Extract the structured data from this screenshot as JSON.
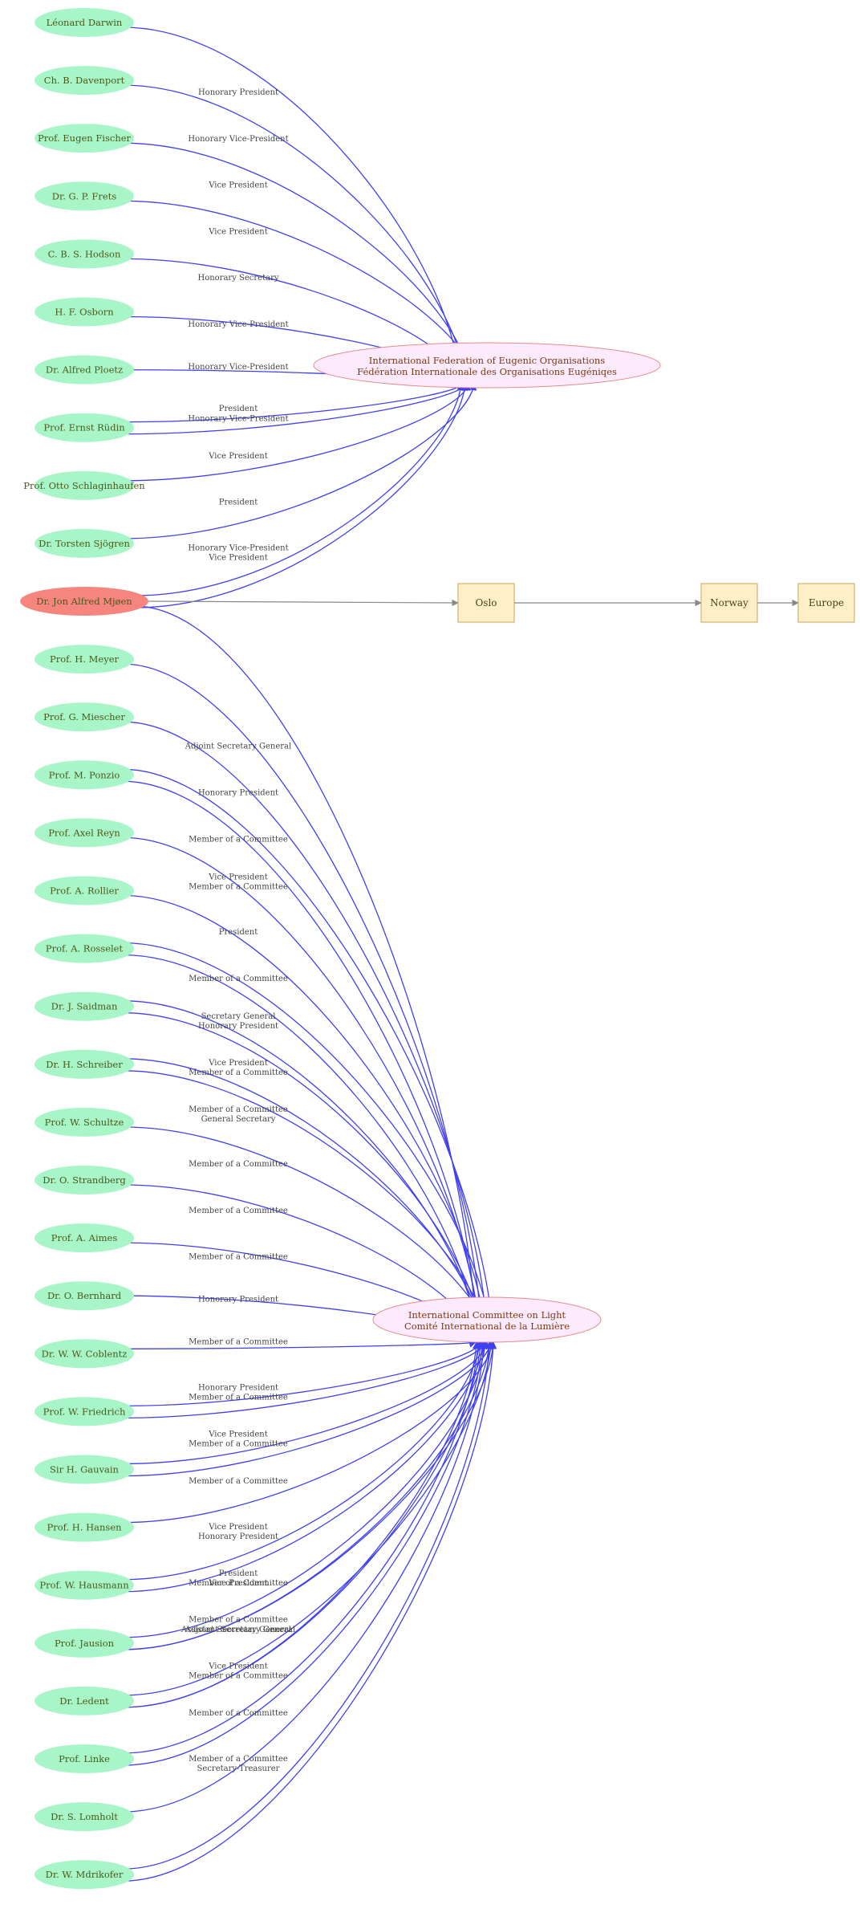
{
  "colors": {
    "person_fill": "#a8f5c7",
    "central_fill": "#f6857e",
    "org_fill": "#fdeafd",
    "org_stroke": "#e88a8a",
    "place_fill": "#ffefc6",
    "place_stroke": "#c9a35a",
    "role_edge": "#4040f0",
    "place_edge": "#888888"
  },
  "organisations": [
    {
      "id": "ifeo",
      "line1": "International Federation of Eugenic Organisations",
      "line2": "Fédération Internationale des Organisations Eugéniqes"
    },
    {
      "id": "icl",
      "line1": "International Committee on Light",
      "line2": "Comité International de la Lumière"
    }
  ],
  "central_person": {
    "name": "Dr. Jon Alfred Mjøen"
  },
  "places": [
    "Oslo",
    "Norway",
    "Europe"
  ],
  "people": [
    "Léonard Darwin",
    "Ch. B. Davenport",
    "Prof. Eugen Fischer",
    "Dr. G. P. Frets",
    "C. B. S. Hodson",
    "H. F. Osborn",
    "Dr. Alfred Ploetz",
    "Prof. Ernst Rüdin",
    "Prof. Otto Schlaginhaufen",
    "Dr. Torsten Sjögren",
    "Dr. Jon Alfred Mjøen",
    "Prof. H. Meyer",
    "Prof. G. Miescher",
    "Prof. M. Ponzio",
    "Prof. Axel Reyn",
    "Prof. A. Rollier",
    "Prof. A. Rosselet",
    "Dr. J. Saidman",
    "Dr. H. Schreiber",
    "Prof. W. Schultze",
    "Dr. O. Strandberg",
    "Prof. A. Aimes",
    "Dr. O. Bernhard",
    "Dr. W. W. Coblentz",
    "Prof. W. Friedrich",
    "Sir  H. Gauvain",
    "Prof. H. Hansen",
    "Prof. W.  Hausmann",
    "Prof. Jausion",
    "Dr. Ledent",
    "Prof. Linke",
    "Dr. S. Lomholt",
    "Dr. W. Mdrikofer"
  ],
  "relations": [
    {
      "from": 0,
      "to": "ifeo",
      "label": "Honorary President"
    },
    {
      "from": 1,
      "to": "ifeo",
      "label": "Honorary Vice-President"
    },
    {
      "from": 2,
      "to": "ifeo",
      "label": "Vice President"
    },
    {
      "from": 3,
      "to": "ifeo",
      "label": "Vice President"
    },
    {
      "from": 4,
      "to": "ifeo",
      "label": "Honorary Secretary"
    },
    {
      "from": 5,
      "to": "ifeo",
      "label": "Honorary Vice-President"
    },
    {
      "from": 6,
      "to": "ifeo",
      "label": "Honorary Vice-President"
    },
    {
      "from": 7,
      "to": "ifeo",
      "label": "President"
    },
    {
      "from": 7,
      "to": "ifeo",
      "label": "Honorary Vice-President"
    },
    {
      "from": 8,
      "to": "ifeo",
      "label": "Vice President"
    },
    {
      "from": 9,
      "to": "ifeo",
      "label": "President"
    },
    {
      "from": 10,
      "to": "ifeo",
      "label": "Honorary Vice-President"
    },
    {
      "from": 10,
      "to": "ifeo",
      "label": "Vice President"
    },
    {
      "from": 10,
      "to": "icl",
      "label": "Adjoint Secretary General"
    },
    {
      "from": 11,
      "to": "icl",
      "label": "Honorary President"
    },
    {
      "from": 12,
      "to": "icl",
      "label": "Member of a Committee"
    },
    {
      "from": 13,
      "to": "icl",
      "label": "Vice President"
    },
    {
      "from": 13,
      "to": "icl",
      "label": "Member of a Committee"
    },
    {
      "from": 14,
      "to": "icl",
      "label": "President"
    },
    {
      "from": 15,
      "to": "icl",
      "label": "Member of a Committee"
    },
    {
      "from": 16,
      "to": "icl",
      "label": "Secretary General"
    },
    {
      "from": 16,
      "to": "icl",
      "label": "Honorary President"
    },
    {
      "from": 17,
      "to": "icl",
      "label": "Vice President"
    },
    {
      "from": 17,
      "to": "icl",
      "label": "Member of a Committee"
    },
    {
      "from": 18,
      "to": "icl",
      "label": "Member of a Committee"
    },
    {
      "from": 18,
      "to": "icl",
      "label": "General Secretary"
    },
    {
      "from": 19,
      "to": "icl",
      "label": "Member of a Committee"
    },
    {
      "from": 20,
      "to": "icl",
      "label": "Member of a Committee"
    },
    {
      "from": 21,
      "to": "icl",
      "label": "Member of a Committee"
    },
    {
      "from": 22,
      "to": "icl",
      "label": "Honorary President"
    },
    {
      "from": 23,
      "to": "icl",
      "label": "Member of a Committee"
    },
    {
      "from": 24,
      "to": "icl",
      "label": "Honorary President"
    },
    {
      "from": 24,
      "to": "icl",
      "label": "Member of a Committee"
    },
    {
      "from": 25,
      "to": "icl",
      "label": "Vice President"
    },
    {
      "from": 25,
      "to": "icl",
      "label": "Member of a Committee"
    },
    {
      "from": 26,
      "to": "icl",
      "label": "Member of a Committee"
    },
    {
      "from": 27,
      "to": "icl",
      "label": "Vice President"
    },
    {
      "from": 27,
      "to": "icl",
      "label": "Honorary President"
    },
    {
      "from": 28,
      "to": "icl",
      "label": "President"
    },
    {
      "from": 28,
      "to": "icl",
      "label": "Member of a Committee"
    },
    {
      "from": 28,
      "to": "icl",
      "label": "Vice President"
    },
    {
      "from": 29,
      "to": "icl",
      "label": "Member of a Committee"
    },
    {
      "from": 29,
      "to": "icl",
      "label": "Adjoint Secretary General"
    },
    {
      "from": 29,
      "to": "icl",
      "label": "Assistant Secretary General"
    },
    {
      "from": 30,
      "to": "icl",
      "label": "Vice President"
    },
    {
      "from": 30,
      "to": "icl",
      "label": "Member of a Committee"
    },
    {
      "from": 31,
      "to": "icl",
      "label": "Member of a Committee"
    },
    {
      "from": 32,
      "to": "icl",
      "label": "Member of a Committee"
    },
    {
      "from": 32,
      "to": "icl",
      "label": "Secretary-Treasurer"
    }
  ],
  "place_links": [
    {
      "from": "person",
      "to": "Oslo"
    },
    {
      "from": "Oslo",
      "to": "Norway"
    },
    {
      "from": "Norway",
      "to": "Europe"
    }
  ]
}
